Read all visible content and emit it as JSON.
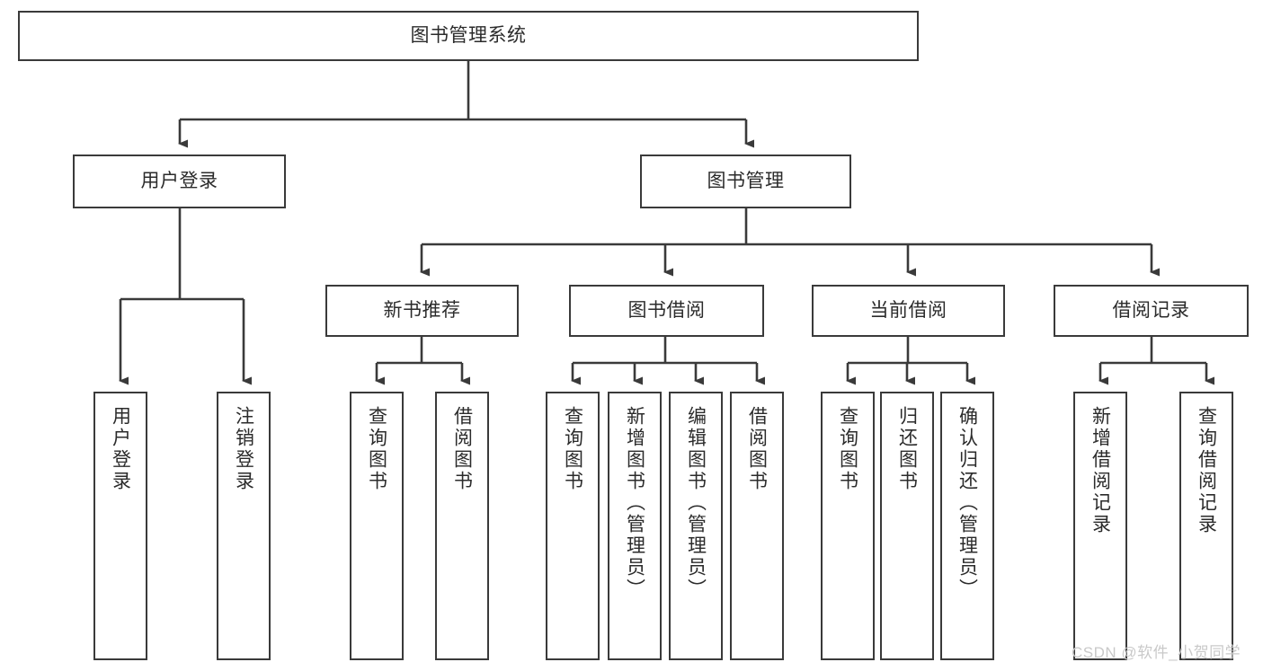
{
  "diagram": {
    "type": "tree",
    "title": "图书管理系统",
    "orientation": "top-down",
    "watermark": "CSDN @软件_小贺同学",
    "colors": {
      "box_stroke": "#3a3a3a",
      "box_fill": "#ffffff",
      "connector": "#3a3a3a",
      "text": "#2b2b2b",
      "watermark": "#c9c9c9"
    },
    "nodes": {
      "root": {
        "label": "图书管理系统"
      },
      "level2": [
        {
          "id": "user-login",
          "label": "用户登录"
        },
        {
          "id": "book-management",
          "label": "图书管理"
        }
      ],
      "level3": [
        {
          "id": "new-book-recommend",
          "label": "新书推荐"
        },
        {
          "id": "book-borrow",
          "label": "图书借阅"
        },
        {
          "id": "current-borrow",
          "label": "当前借阅"
        },
        {
          "id": "borrow-record",
          "label": "借阅记录"
        }
      ],
      "leaves_user_login": [
        {
          "id": "leaf-user-login",
          "label": "用户登录"
        },
        {
          "id": "leaf-logout",
          "label": "注销登录"
        }
      ],
      "leaves_new_book_recommend": [
        {
          "id": "leaf-query-book-1",
          "label": "查询图书"
        },
        {
          "id": "leaf-borrow-book-1",
          "label": "借阅图书"
        }
      ],
      "leaves_book_borrow": [
        {
          "id": "leaf-query-book-2",
          "label": "查询图书"
        },
        {
          "id": "leaf-add-book",
          "label": "新增图书（管理员）"
        },
        {
          "id": "leaf-edit-book",
          "label": "编辑图书（管理员）"
        },
        {
          "id": "leaf-borrow-book-2",
          "label": "借阅图书"
        }
      ],
      "leaves_current_borrow": [
        {
          "id": "leaf-query-book-3",
          "label": "查询图书"
        },
        {
          "id": "leaf-return-book",
          "label": "归还图书"
        },
        {
          "id": "leaf-confirm-return",
          "label": "确认归还（管理员）"
        }
      ],
      "leaves_borrow_record": [
        {
          "id": "leaf-add-record",
          "label": "新增借阅记录"
        },
        {
          "id": "leaf-query-record",
          "label": "查询借阅记录"
        }
      ]
    }
  }
}
